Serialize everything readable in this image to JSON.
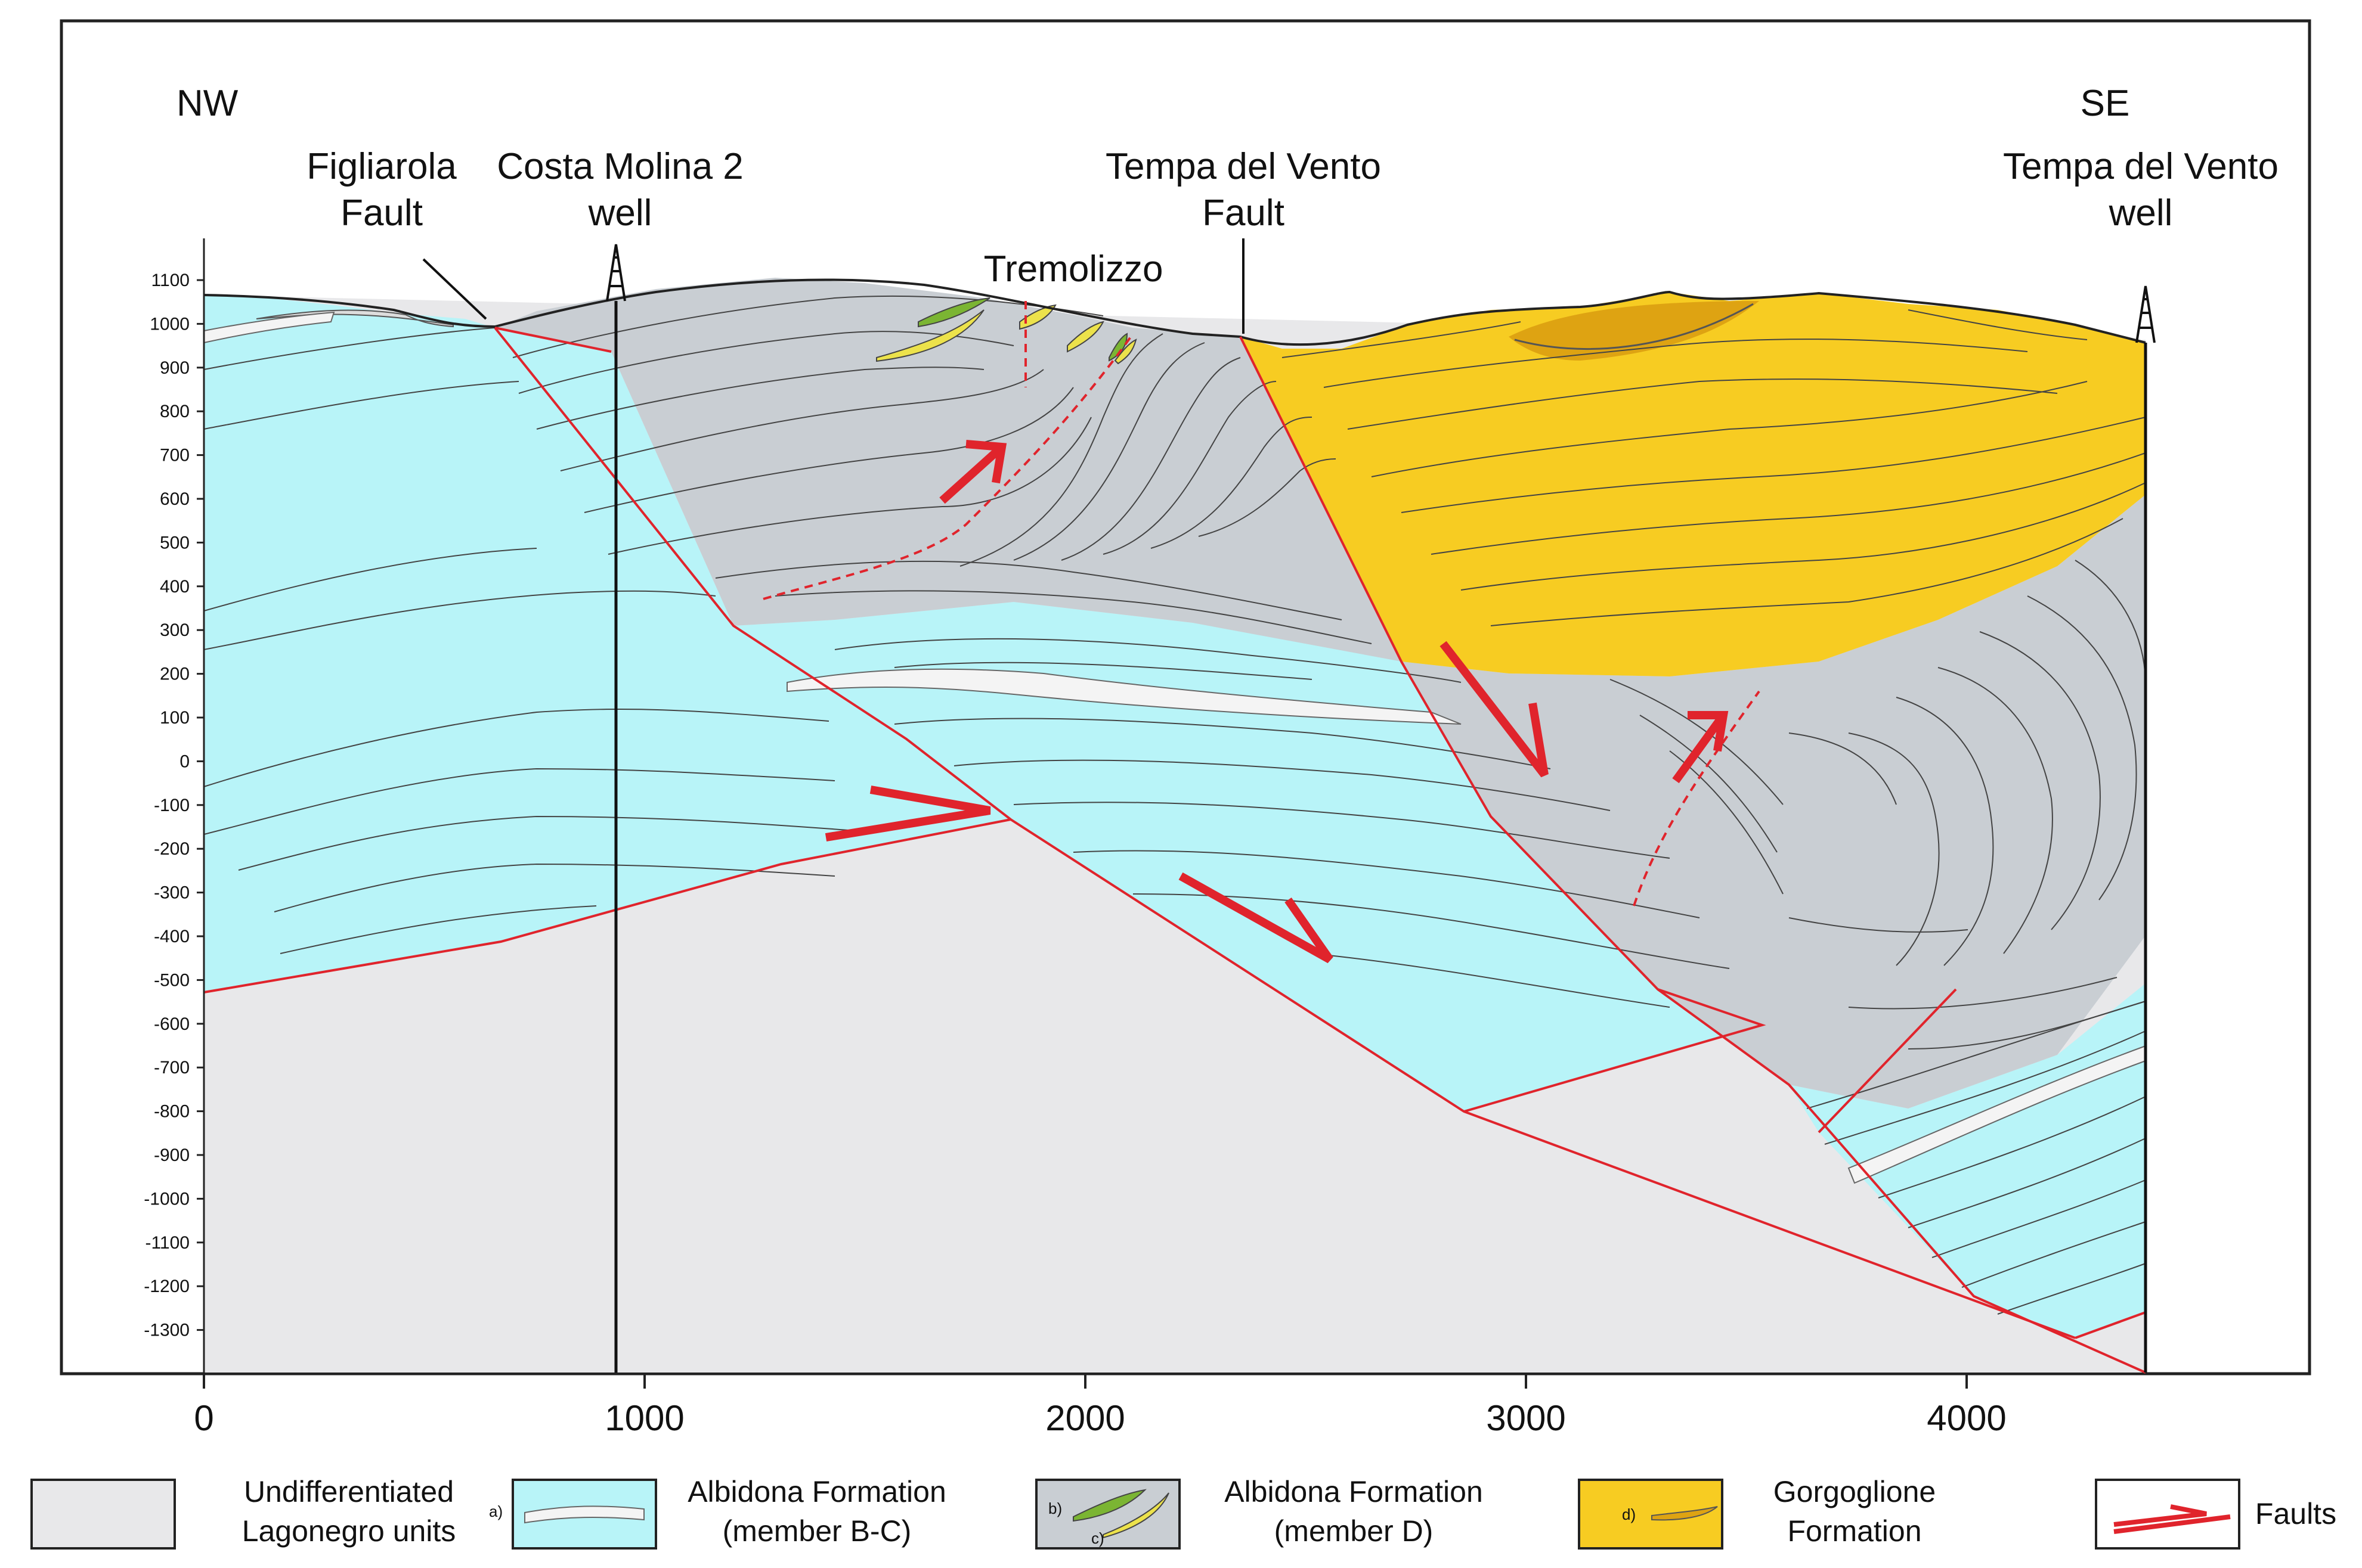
{
  "labels": {
    "nw": "NW",
    "se": "SE",
    "figliarola_1": "Figliarola",
    "figliarola_2": "Fault",
    "costa_1": "Costa Molina 2",
    "costa_2": "well",
    "tempa_fault_1": "Tempa del Vento",
    "tempa_fault_2": "Fault",
    "tempa_well_1": "Tempa del Vento",
    "tempa_well_2": "well",
    "tremolizzo": "Tremolizzo"
  },
  "axis": {
    "y_ticks": [
      "1100",
      "1000",
      "900",
      "800",
      "700",
      "600",
      "500",
      "400",
      "300",
      "200",
      "100",
      "0",
      "-100",
      "-200",
      "-300",
      "-400",
      "-500",
      "-600",
      "-700",
      "-800",
      "-900",
      "-1000",
      "-1100",
      "-1200",
      "-1300"
    ],
    "x_ticks": [
      "0",
      "1000",
      "2000",
      "3000",
      "4000"
    ]
  },
  "legend": {
    "lagonegro_1": "Undifferentiated",
    "lagonegro_2": "Lagonegro units",
    "albidona_bc_1": "Albidona Formation",
    "albidona_bc_2": "(member B-C)",
    "albidona_bc_mark": "a)",
    "albidona_d_1": "Albidona Formation",
    "albidona_d_2": "(member D)",
    "albidona_d_mark_b": "b)",
    "albidona_d_mark_c": "c)",
    "gorgoglione_1": "Gorgoglione",
    "gorgoglione_2": "Formation",
    "gorgoglione_mark": "d)",
    "faults": "Faults"
  },
  "colors": {
    "lagonegro": "#e8e8ea",
    "albidona_bc": "#b8f4f8",
    "albidona_d": "#c9ced3",
    "gorgoglione": "#f7cc22",
    "gorgoglione_dark": "#dea312",
    "green_lens": "#7bb533",
    "yellow_lens": "#ece24b",
    "fault": "#e0242c"
  }
}
